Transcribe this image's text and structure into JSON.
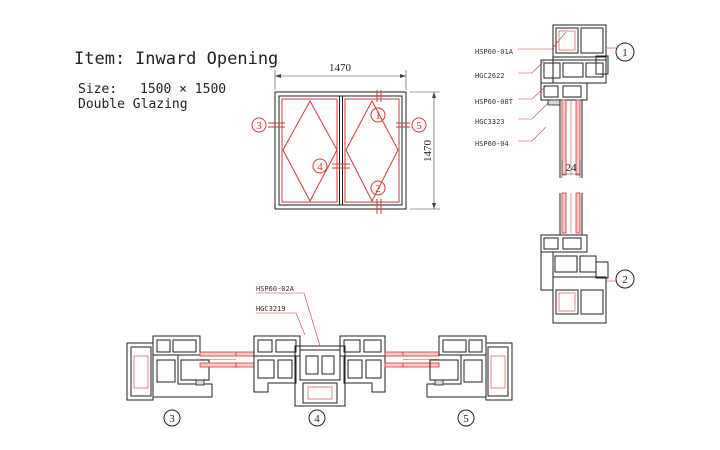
{
  "title": {
    "item_label": "Item:",
    "item_value": "Inward Opening",
    "size_label": "Size:",
    "size_value": "1500 × 1500",
    "glazing": "Double  Glazing"
  },
  "dimensions": {
    "width": "1470",
    "height": "1470",
    "glass": "24"
  },
  "callouts": [
    "1",
    "2",
    "3",
    "4",
    "5"
  ],
  "profile_labels": {
    "hsp60_01a": "HSP60-01A",
    "hgc2622": "HGC2622",
    "hsp60_08t": "HSP60-08T",
    "hgc3323": "HGC3323",
    "hsp60_04": "HSP60-04",
    "hsp60_02a": "HSP60-02A",
    "hgc3219": "HGC3219"
  },
  "colors": {
    "line": "#222222",
    "accent": "#d23a3a"
  }
}
